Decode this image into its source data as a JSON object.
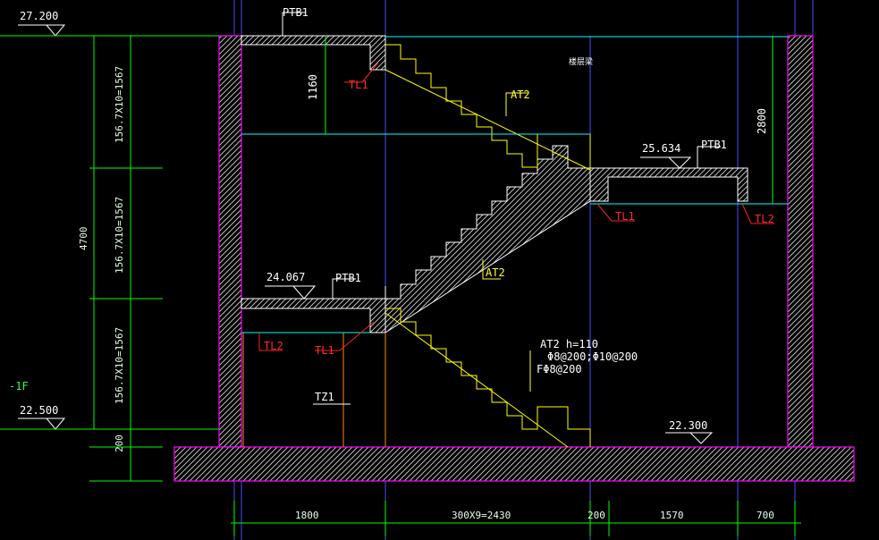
{
  "labels": {
    "elev_top": "27.200",
    "elev_landing_mid": "25.634",
    "elev_landing_low": "24.067",
    "elev_floor": "22.500",
    "elev_pit": "22.300",
    "floor_tag": "-1F",
    "ptb1_top": "PTB1",
    "ptb1_mid": "PTB1",
    "ptb1_low": "PTB1",
    "tl1_top": "TL1",
    "tl1_mid": "TL1",
    "tl1_low": "TL1",
    "tl2_mid": "TL2",
    "tl2_low": "TL2",
    "at2_upper": "AT2",
    "at2_lower": "AT2",
    "at2_spec_1": "AT2  h=110",
    "at2_spec_2": "Φ8@200;Φ10@200",
    "at2_spec_3": "FΦ8@200",
    "tz1": "TZ1",
    "beam_note": "楼层梁",
    "dim_1160": "1160",
    "dim_2800": "2800"
  },
  "dims_vertical": {
    "total": "4700",
    "seg_top": "156.7X10=1567",
    "seg_mid": "156.7X10=1567",
    "seg_low": "156.7X10=1567",
    "seg_base": "200"
  },
  "dims_horizontal": {
    "d1": "1800",
    "d2": "300X9=2430",
    "d3": "200",
    "d4": "1570",
    "d5": "700"
  },
  "colors": {
    "wall_outline": "#ff00ff",
    "hatch": "#ffffff",
    "dimension": "#00ff00",
    "grid_axis": "#4a4aff",
    "slab_line": "#00ffff",
    "stair_line": "#ffff00",
    "leader_red": "#ff0000",
    "column_line": "#ff8800"
  }
}
